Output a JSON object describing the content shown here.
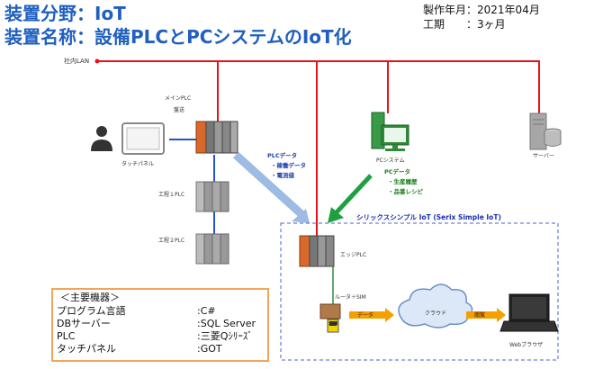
{
  "header": {
    "line1": "装置分野：IoT",
    "line2": "装置名称：設備PLCとPCシステムのIoT化",
    "made_label": "製作年月：",
    "made_value": "2021年04月",
    "period_label": "工期　　：",
    "period_value": "3ヶ月"
  },
  "diagram": {
    "lan_label": "社内LAN",
    "main_plc_label": "メインPLC",
    "main_plc_sub": "盤送",
    "touch_panel_label": "タッチパネル",
    "plc1_label": "工程１PLC",
    "plc2_label": "工程２PLC",
    "pc_system_label": "PCシステム",
    "server_label": "サーバー",
    "edge_plc_label": "エッジPLC",
    "router_label": "ルータ＋SIM",
    "sim_label": "SIM",
    "cloud_label": "クラウド",
    "browser_label": "Webブラウザ",
    "data_arrow_label": "データ",
    "view_arrow_label": "閲覧",
    "plc_data": {
      "title": "PLCデータ",
      "items": [
        "・稼働データ",
        "・電流値"
      ]
    },
    "pc_data": {
      "title": "PCデータ",
      "items": [
        "・生産履歴",
        "・品番レシピ"
      ]
    },
    "serix_label": "シリックスシンプル IoT (Serix Simple IoT)"
  },
  "equipment": {
    "title": "＜主要機器＞",
    "rows": [
      {
        "name": "プログラム言語",
        "value": ":C#"
      },
      {
        "name": "DBサーバー",
        "value": ":SQL Server"
      },
      {
        "name": "PLC",
        "value": ":三菱Qｼﾘｰｽﾞ"
      },
      {
        "name": "タッチパネル",
        "value": ":GOT"
      }
    ]
  },
  "colors": {
    "title": "#1f5fbf",
    "lan": "#e8141b",
    "plc_link": "#2255cc",
    "plc_orange": "#d9682b",
    "plc_gray": "#8c8c8c",
    "pc_green": "#2e8b3a",
    "dashed_box": "#4a5fd0",
    "equipment_border": "#f2a35c",
    "data_arrow": "#f5a000"
  }
}
